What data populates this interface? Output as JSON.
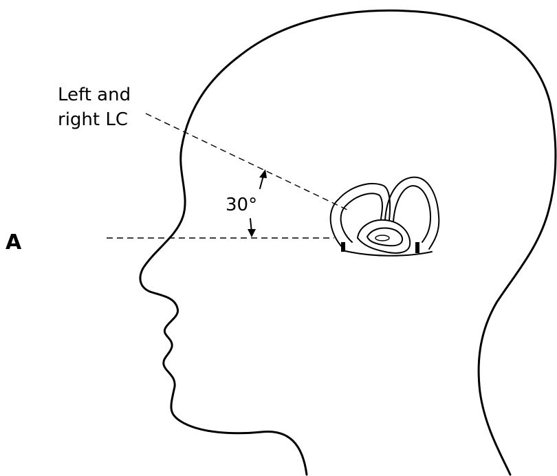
{
  "panel_label": "A",
  "canal_label_line1": "Left and",
  "canal_label_line2": "right LC",
  "angle_label": "30°"
}
